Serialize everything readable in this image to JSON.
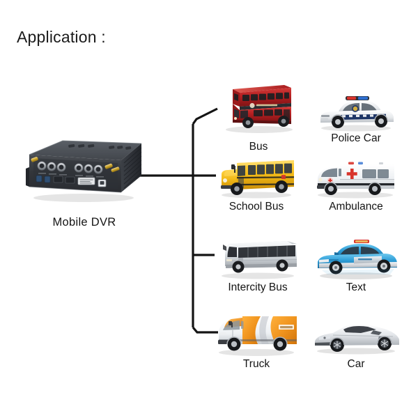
{
  "page": {
    "title": "Application :",
    "background_color": "#ffffff",
    "text_color": "#141414"
  },
  "device": {
    "label": "Mobile  DVR",
    "name": "mobile-dvr",
    "body_color": "#3a3d42",
    "top_color": "#4a4e54",
    "accent_color": "#c9a227",
    "connector_color": "#b9bcc0"
  },
  "connector": {
    "name": "branch-connector",
    "color": "#141414",
    "stroke_width": 3.2
  },
  "vehicles": [
    {
      "id": "bus",
      "label": "Bus",
      "icon": "double-decker-bus-icon",
      "color": "#b41f21",
      "row": 0,
      "col": 0
    },
    {
      "id": "police-car",
      "label": "Police Car",
      "icon": "police-car-icon",
      "color": "#eceff2",
      "row": 0,
      "col": 1
    },
    {
      "id": "school-bus",
      "label": "School Bus",
      "icon": "school-bus-icon",
      "color": "#f2b916",
      "row": 1,
      "col": 0
    },
    {
      "id": "ambulance",
      "label": "Ambulance",
      "icon": "ambulance-icon",
      "color": "#f4f6f8",
      "row": 1,
      "col": 1
    },
    {
      "id": "intercity-bus",
      "label": "Intercity Bus",
      "icon": "coach-bus-icon",
      "color": "#d7dadd",
      "row": 2,
      "col": 0
    },
    {
      "id": "text",
      "label": "Text",
      "icon": "taxi-sedan-icon",
      "color": "#2f9fd8",
      "row": 2,
      "col": 1
    },
    {
      "id": "truck",
      "label": "Truck",
      "icon": "delivery-van-icon",
      "color": "#f0941e",
      "row": 3,
      "col": 0
    },
    {
      "id": "car",
      "label": "Car",
      "icon": "sports-car-icon",
      "color": "#e8eaec",
      "row": 3,
      "col": 1
    }
  ]
}
